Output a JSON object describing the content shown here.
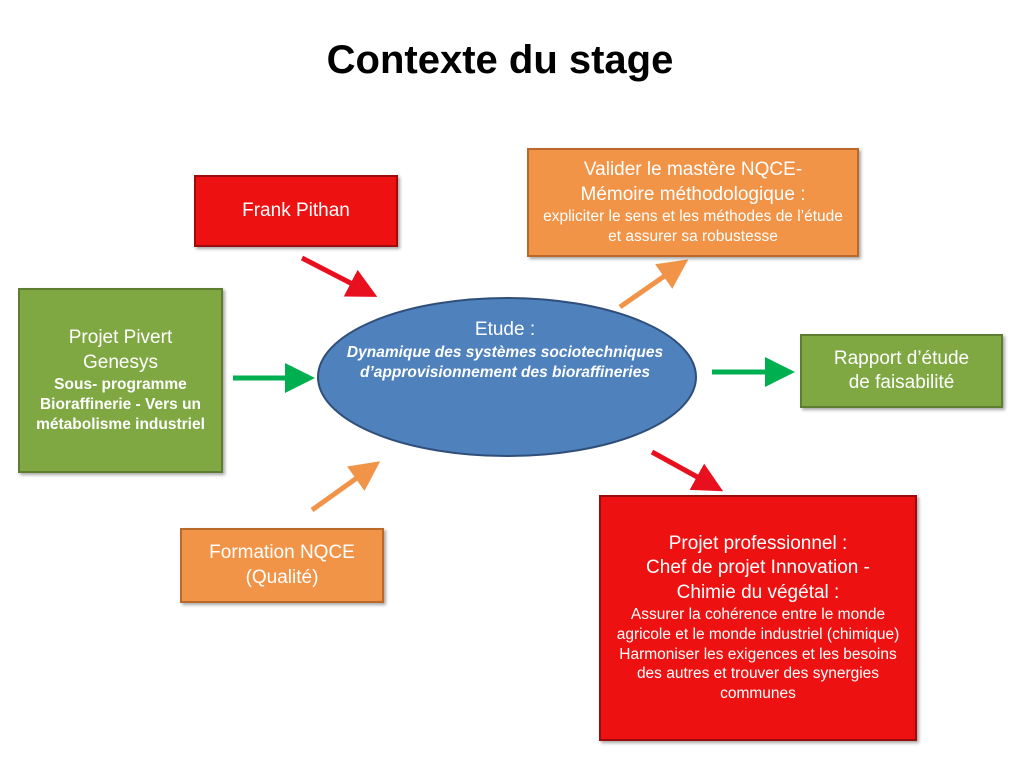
{
  "title": "Contexte du stage",
  "frank": {
    "label": "Frank Pithan"
  },
  "valider": {
    "line1": "Valider le mastère NQCE-",
    "line2": "Mémoire méthodologique :",
    "detail": "expliciter le sens et les méthodes de l’étude et assurer sa robustesse"
  },
  "pivert": {
    "line1": "Projet Pivert",
    "line2": "Genesys",
    "detail": "Sous- programme Bioraffinerie - Vers un métabolisme industriel"
  },
  "etude": {
    "heading": "Etude :",
    "detail": "Dynamique des systèmes sociotechniques d’approvisionnement des bioraffineries"
  },
  "rapport": {
    "line1": "Rapport d’étude",
    "line2": "de faisabilité"
  },
  "formation": {
    "line1": "Formation NQCE",
    "line2": "(Qualité)"
  },
  "projet_pro": {
    "line1": "Projet professionnel :",
    "line2": "Chef de projet Innovation  -",
    "line3": "Chimie du végétal :",
    "detail1": "Assurer la cohérence entre le monde agricole et le monde industriel (chimique)",
    "detail2": "Harmoniser les exigences et les besoins des autres et trouver des synergies communes"
  },
  "colors": {
    "green": "#7fa843",
    "red": "#ee1111",
    "orange": "#f29447",
    "ellipse": "#4f81bd",
    "arrow_green": "#00b050",
    "arrow_red": "#e8101e",
    "arrow_orange": "#f29447"
  }
}
